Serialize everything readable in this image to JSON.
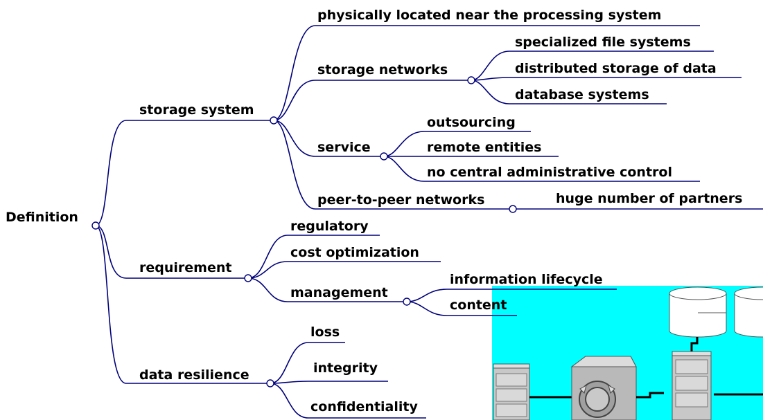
{
  "mindmap": {
    "root": "Definition",
    "branches": {
      "storage_system": "storage system",
      "physically_located": "physically located near the processing system",
      "storage_networks": "storage networks",
      "specialized_fs": "specialized file systems",
      "distributed_storage": "distributed storage of data",
      "database_systems": "database systems",
      "service": "service",
      "outsourcing": "outsourcing",
      "remote_entities": "remote entities",
      "no_central_control": "no central administrative control",
      "p2p": "peer-to-peer networks",
      "huge_number": "huge number of partners",
      "requirement": "requirement",
      "regulatory": "regulatory",
      "cost_optimization": "cost optimization",
      "management": "management",
      "info_lifecycle": "information lifecycle",
      "content": "content",
      "data_resilience": "data resilience",
      "loss": "loss",
      "integrity": "integrity",
      "confidentiality": "confidentiality"
    }
  },
  "colors": {
    "line": "#00007a",
    "underline": "#00007a",
    "illustration_bg": "#00ffff"
  },
  "illustration": {
    "icons": [
      "disk-cylinder-icon",
      "disk-cylinder-icon",
      "server-tower-icon",
      "network-switch-icon",
      "server-tower-icon"
    ]
  }
}
